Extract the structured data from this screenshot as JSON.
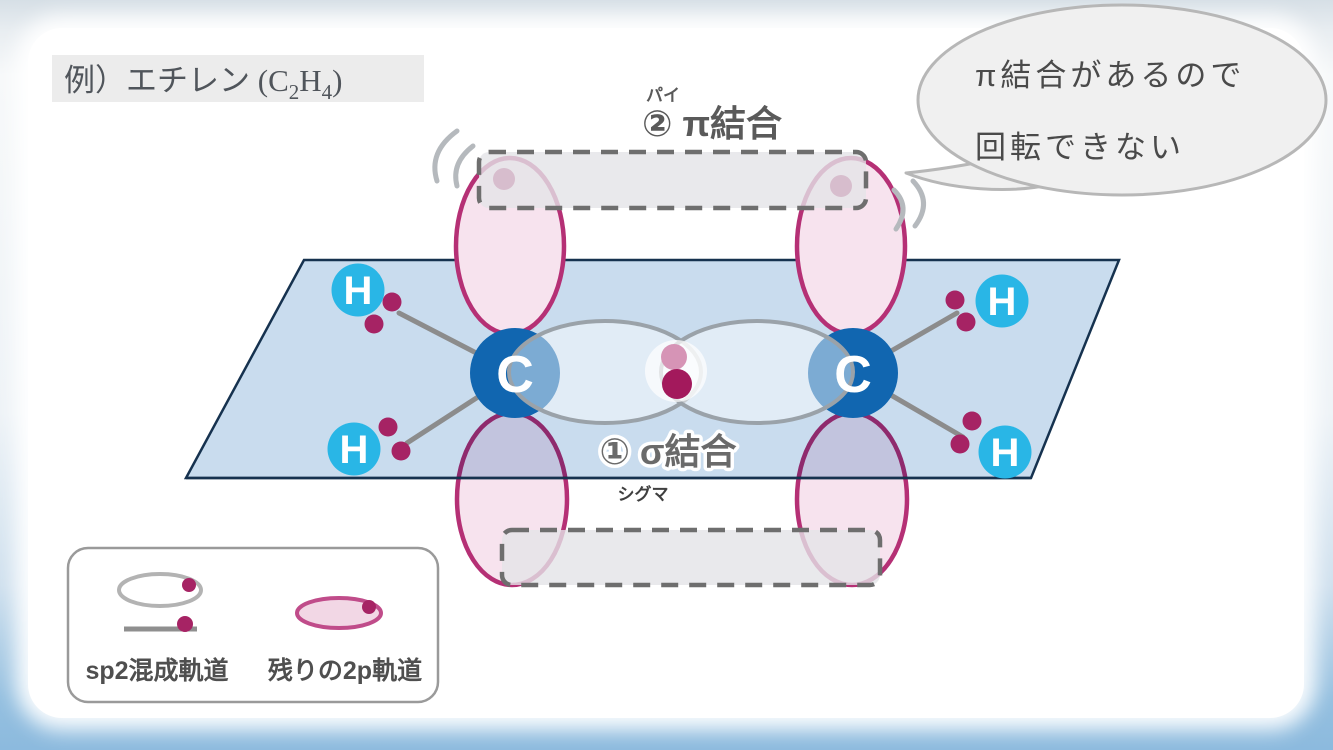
{
  "header": {
    "text_main": "例）エチレン (C",
    "sub1": "2",
    "mid": "H",
    "sub2": "4",
    "close_paren": ")"
  },
  "pi_bond_label": {
    "furigana": "パイ",
    "text": "② π結合"
  },
  "sigma_bond_label": {
    "furigana": "シグマ",
    "text": "① σ結合"
  },
  "speech_bubble": {
    "line1": "π結合があるので",
    "line2": "回転できない"
  },
  "atoms": {
    "carbon": "C",
    "hydrogen": "H"
  },
  "legend": {
    "sp2": "sp2混成軌道",
    "remaining_2p": "残りの2p軌道"
  },
  "colors": {
    "carbon_blue": "#1166b0",
    "hydrogen_cyan": "#29b6e6",
    "plane_fill": "#c9dcee",
    "plane_edge": "#16324f",
    "orbital_fill": "#f7e3ee",
    "orbital_stroke": "#b53075",
    "electron_dot": "#a62364",
    "electron_dot_light": "#d694b6",
    "sp2_outline": "#9aa2a9",
    "bond_line_gray": "#8c8c8c",
    "dashed_region_border": "#6e6e6e",
    "dashed_region_fill": "#e3e3e7",
    "speech_bubble_fill": "#f0f0f0",
    "background_blue": "#8cbade",
    "label_gray_bg": "#ececec"
  }
}
